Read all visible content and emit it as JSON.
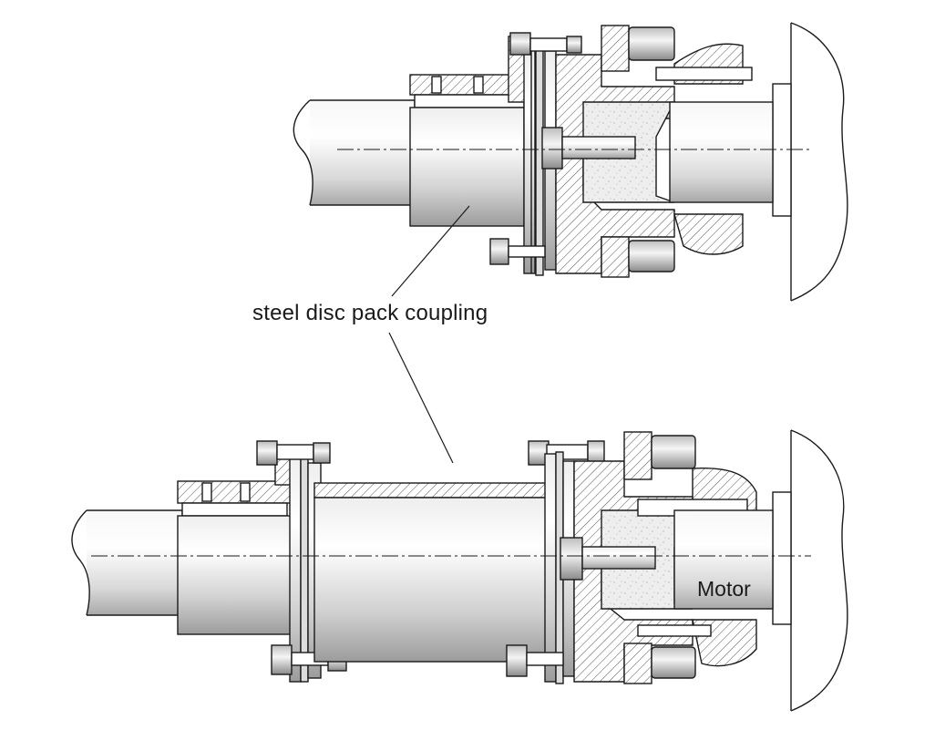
{
  "labels": {
    "coupling": "steel disc pack coupling",
    "motor": "Motor"
  },
  "colors": {
    "line": "#1a1a1a",
    "metal_light": "#f2f2f2",
    "metal_mid": "#d9d9d9",
    "metal_dark": "#9a9a9a",
    "hatch": "#555555",
    "ceramic": "#ececec"
  },
  "icons": [
    "hex-bolt-icon",
    "hatch-pattern",
    "speckle-pattern"
  ]
}
